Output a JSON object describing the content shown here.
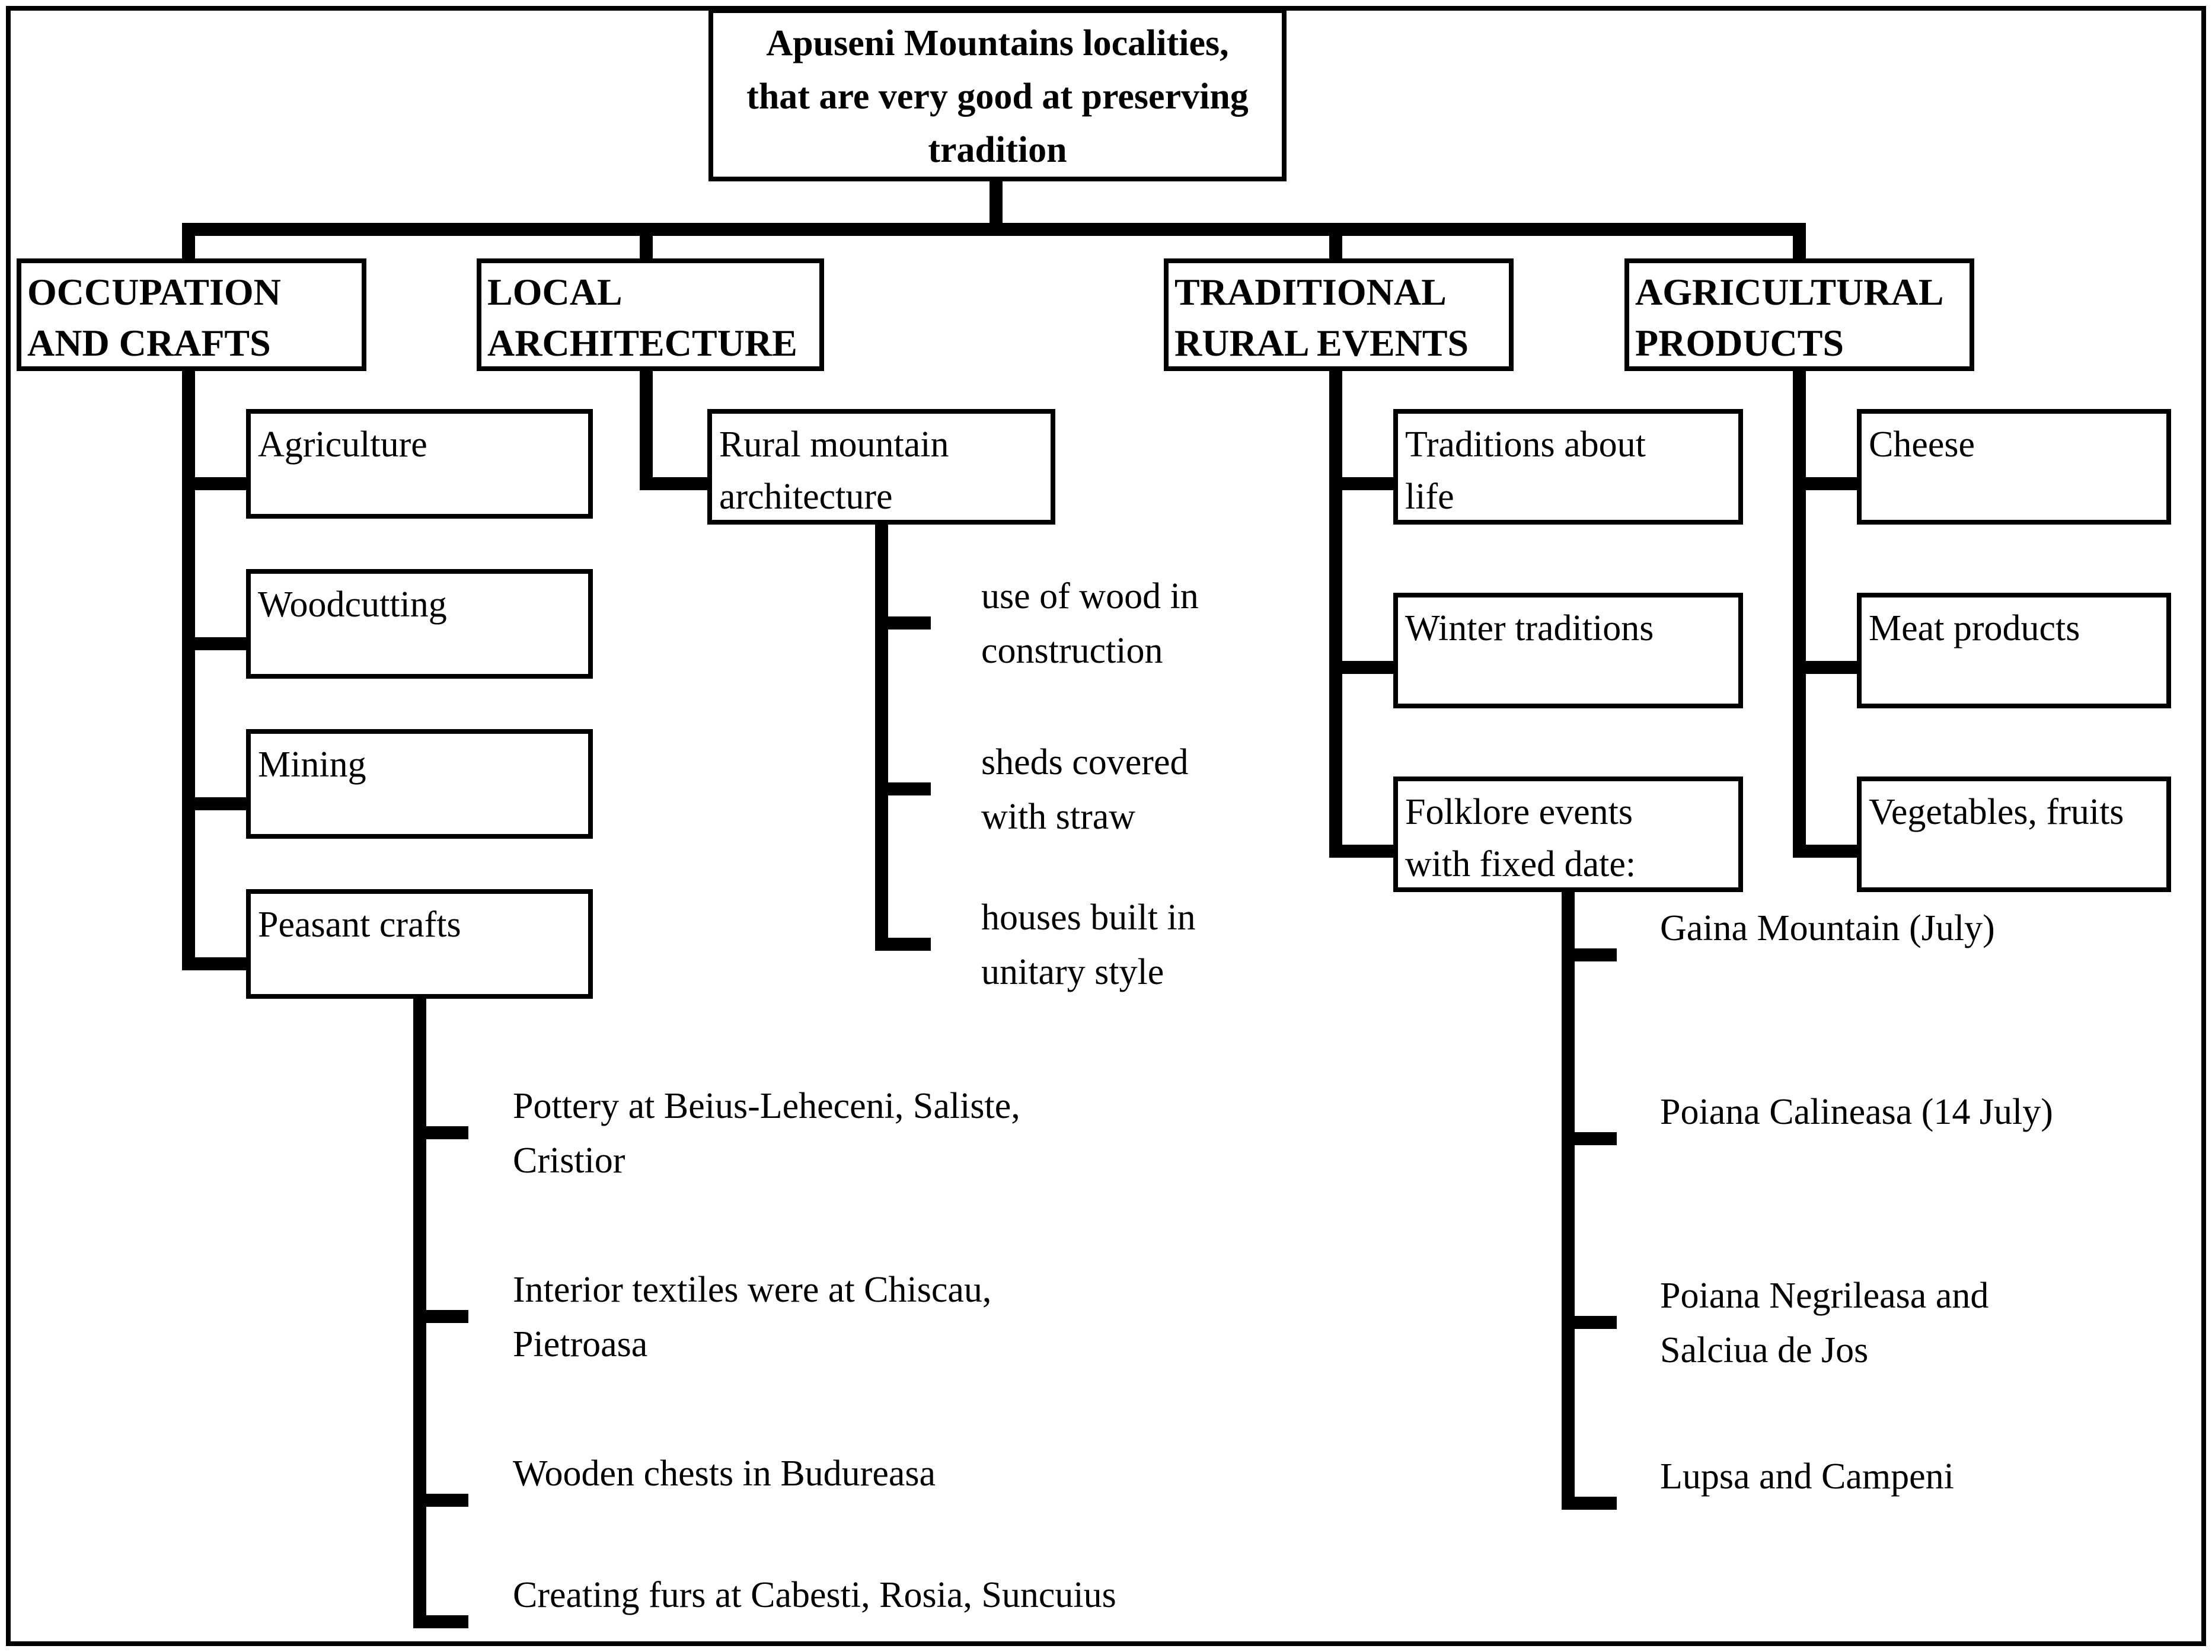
{
  "title": "Apuseni Mountains localities,\nthat are very good at preserving\ntradition",
  "categories": {
    "occupation": "OCCUPATION\nAND CRAFTS",
    "local_architecture": "LOCAL\nARCHITECTURE",
    "traditional_events": "TRADITIONAL\nRURAL EVENTS",
    "agricultural": "AGRICULTURAL\nPRODUCTS"
  },
  "occupation_items": {
    "agriculture": "Agriculture",
    "woodcutting": "Woodcutting",
    "mining": "Mining",
    "peasant_crafts": "Peasant crafts"
  },
  "peasant_craft_details": {
    "pottery": "Pottery at Beius-Leheceni, Saliste,\nCristior",
    "textiles": "Interior textiles were at Chiscau,\nPietroasa",
    "chests": "Wooden chests in Budureasa",
    "furs": "Creating furs at Cabesti, Rosia, Suncuius"
  },
  "architecture_items": {
    "rural_mountain": "Rural mountain\narchitecture"
  },
  "architecture_details": {
    "wood": "use of wood in\nconstruction",
    "sheds": "sheds covered\nwith straw",
    "houses": "houses built in\nunitary style"
  },
  "event_items": {
    "life": "Traditions about\nlife",
    "winter": "Winter traditions",
    "folklore": "Folklore events\nwith fixed date:"
  },
  "folklore_details": {
    "gaina": "Gaina Mountain (July)",
    "calineasa": "Poiana Calineasa (14 July)",
    "negrileasa": "Poiana Negrileasa and\nSalciua de Jos",
    "lupsa": "Lupsa and Campeni"
  },
  "agricultural_items": {
    "cheese": "Cheese",
    "meat": "Meat products",
    "vegetables": "Vegetables, fruits"
  },
  "colors": {
    "line": "#000000",
    "background": "#ffffff"
  }
}
